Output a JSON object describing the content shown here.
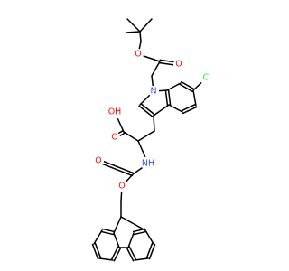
{
  "colors": {
    "bond": "#000000",
    "carbon": "#000000",
    "oxygen": "#ff0d0d",
    "nitrogen": "#3050f8",
    "chlorine": "#1ff01f",
    "background": "#ffffff"
  },
  "labels": {
    "o_ester": "O",
    "o_ester_carbonyl": "O",
    "n_indole": "N",
    "cl": "Cl",
    "oh": "OH",
    "o_acid": "O",
    "o_carbamate_carbonyl": "O",
    "nh": "NH",
    "o_carbamate": "O"
  }
}
